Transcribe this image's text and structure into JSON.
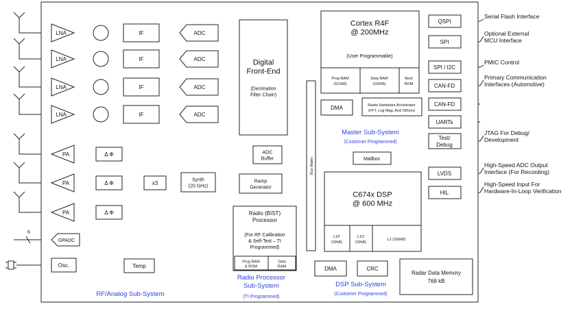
{
  "rf": {
    "title": "RF/Analog Sub-System",
    "lna": "LNA",
    "if": "IF",
    "adc": "ADC",
    "pa": "PA",
    "phase": "Δ Φ",
    "x3": "x3",
    "synth": [
      "Synth",
      "(20 GHz)"
    ],
    "gpadc": "GPADC",
    "gpadc_count": "6",
    "osc": "Osc.",
    "temp": "Temp"
  },
  "dfe": {
    "title": [
      "Digital",
      "Front-End"
    ],
    "sub": [
      "(Decimation",
      "Filter Chain)"
    ]
  },
  "adc_buffer": [
    "ADC",
    "Buffer"
  ],
  "ramp": [
    "Ramp",
    "Generator"
  ],
  "radio": {
    "title": [
      "Radio (BIST)",
      "Processor"
    ],
    "note": [
      "(For RF Calibration",
      "& Self-Test  – TI",
      "Programmed)"
    ],
    "prog_ram": [
      "Prog RAM",
      "& ROM"
    ],
    "data_ram": [
      "Data",
      "RAM"
    ],
    "subsystem": [
      "Radio Processor",
      "Sub-System"
    ],
    "subsystem_note": "(TI Programmed)"
  },
  "master": {
    "cpu": [
      "Cortex R4F",
      "@ 200MHz"
    ],
    "cpu_note": "(User Programmable)",
    "prog_ram": [
      "Prog RAM",
      "(512kB)"
    ],
    "data_ram": [
      "Data RAM",
      "(192kB)"
    ],
    "boot_rom": [
      "Boot",
      "ROM"
    ],
    "dma": "DMA",
    "accel": [
      "Radar Hardware Accelerator",
      "(FFT, Log Mag, And Others)"
    ],
    "subsystem": "Master Sub-System",
    "subsystem_note": "(Customer Programmed)",
    "bus": "Bus Matrix",
    "mailbox": "Mailbox"
  },
  "dsp": {
    "cpu": [
      "C674x DSP",
      "@ 600 MHz"
    ],
    "l1p": [
      "L1P",
      "(32kB)"
    ],
    "l1d": [
      "L1D",
      "(32kB)"
    ],
    "l2": "L2 (256kB)",
    "dma": "DMA",
    "crc": "CRC",
    "radar_mem": [
      "Radar Data Memory",
      "768 kB"
    ],
    "subsystem": "DSP Sub-System",
    "subsystem_note": "(Customer Programmed)"
  },
  "interfaces": [
    {
      "box": [
        "QSPI"
      ],
      "desc": [
        "Serial Flash Interface"
      ]
    },
    {
      "box": [
        "SPI"
      ],
      "desc": [
        "Optional External",
        "MCU Interface"
      ]
    },
    {
      "box": [
        "SPI / I2C"
      ],
      "desc": [
        "PMIC Control"
      ]
    },
    {
      "box": [
        "CAN-FD"
      ],
      "desc": [
        "Primary Communication",
        "Interfaces (Automotive)"
      ]
    },
    {
      "box": [
        "CAN-FD"
      ],
      "desc": []
    },
    {
      "box": [
        "UARTs"
      ],
      "desc": []
    },
    {
      "box": [
        "Test/",
        "Debug"
      ],
      "desc": [
        "JTAG For Debug/",
        "Development"
      ]
    },
    {
      "box": [
        "LVDS"
      ],
      "desc": [
        "High-Speed ADC Output",
        "Interface (For Recording)"
      ]
    },
    {
      "box": [
        "HIL"
      ],
      "desc": [
        "High-Speed Input For",
        "Hardware-In-Loop Verification"
      ]
    }
  ],
  "colors": {
    "accent": "#2a3fe0",
    "stroke": "#222222"
  }
}
